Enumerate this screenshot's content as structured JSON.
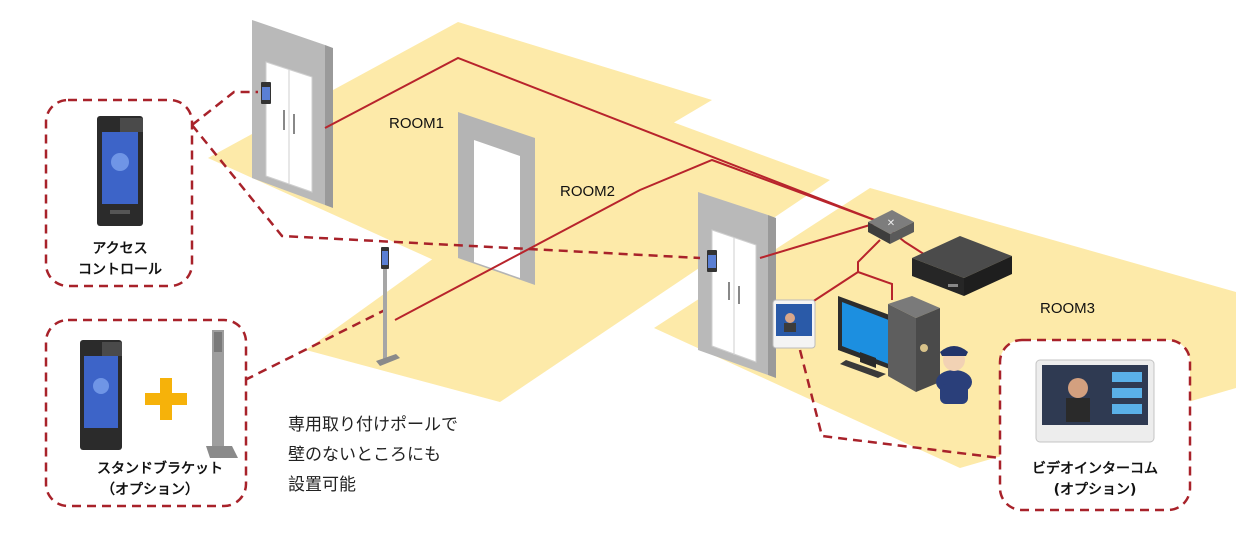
{
  "rooms": {
    "room1": "ROOM1",
    "room2": "ROOM2",
    "room3": "ROOM3"
  },
  "callouts": {
    "access_control": {
      "line1": "アクセス",
      "line2": "コントロール"
    },
    "stand_bracket": {
      "line1": "スタンドブラケット",
      "line2": "（オプション）"
    },
    "video_intercom": {
      "line1": "ビデオインターコム",
      "line2": "(オプション)"
    }
  },
  "note": {
    "line1": "専用取り付けポールで",
    "line2": "壁のないところにも",
    "line3": "設置可能"
  },
  "icons": [
    "access-terminal-icon",
    "plus-icon",
    "pole-icon",
    "door-icon",
    "network-switch-icon",
    "nvr-icon",
    "pc-monitor-icon",
    "security-guard-icon",
    "video-intercom-icon"
  ],
  "colors": {
    "floor": "#fdeaa9",
    "network_line": "#b8242c",
    "callout_border": "#a8222a",
    "plus": "#f6b20a"
  }
}
